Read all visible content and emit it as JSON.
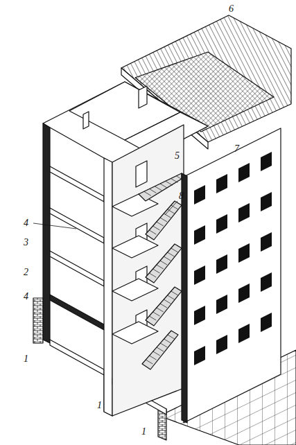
{
  "diagram": {
    "labels": [
      "6",
      "7",
      "5",
      "8",
      "4",
      "3",
      "2",
      "4",
      "1",
      "1",
      "1"
    ]
  }
}
